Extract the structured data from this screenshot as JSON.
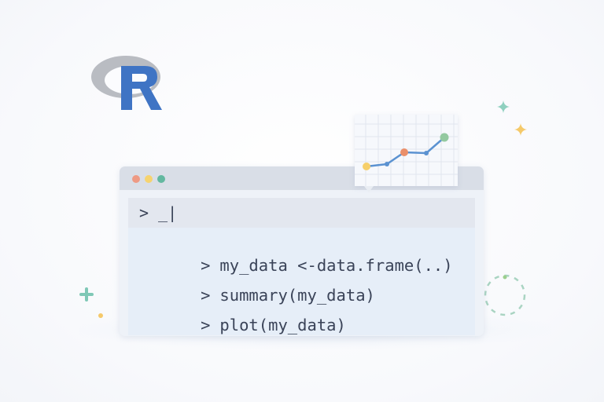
{
  "logo": {
    "name": "R",
    "ring_color": "#b9bcc2",
    "letter_color": "#3f74c4"
  },
  "console": {
    "window_controls": [
      {
        "name": "close",
        "color": "#ee9a84"
      },
      {
        "name": "minimize",
        "color": "#f6d36f"
      },
      {
        "name": "maximize",
        "color": "#63b8a0"
      }
    ],
    "prompt_symbol": ">",
    "input_value": "_|",
    "history": [
      {
        "prompt": ">",
        "command": "my_data <-data.frame(..)"
      },
      {
        "prompt": ">",
        "command": "summary(my_data)"
      },
      {
        "prompt": ">",
        "command": "plot(my_data)"
      }
    ]
  },
  "plot_preview": {
    "line_color": "#5b92d1",
    "points": [
      {
        "x": 1,
        "y": 1.0,
        "color": "#f6cf6a",
        "size": "large"
      },
      {
        "x": 2,
        "y": 1.1,
        "color": "#5b92d1",
        "size": "small"
      },
      {
        "x": 3,
        "y": 2.4,
        "color": "#ea8f6a",
        "size": "large"
      },
      {
        "x": 4,
        "y": 2.3,
        "color": "#5b92d1",
        "size": "small"
      },
      {
        "x": 5,
        "y": 3.6,
        "color": "#93c9a0",
        "size": "large"
      }
    ]
  },
  "decorations": {
    "sparkle_teal": "#7fc8b6",
    "sparkle_yellow": "#f5c96a"
  }
}
